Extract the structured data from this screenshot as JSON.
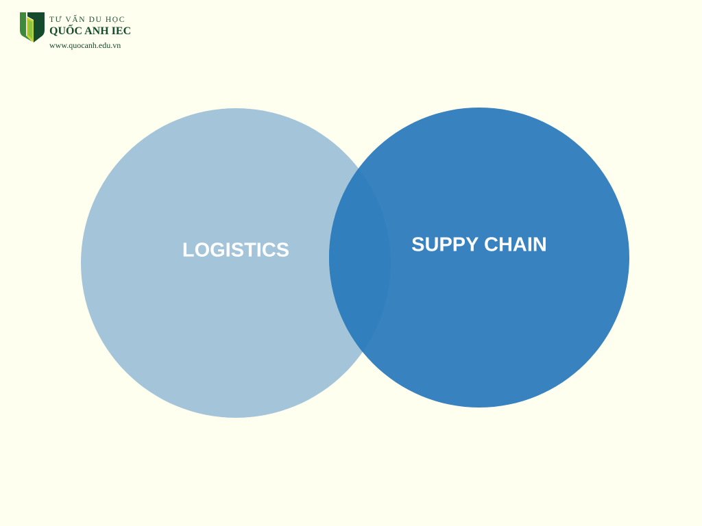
{
  "logo": {
    "line1": "TƯ VẤN DU HỌC",
    "line2": "QUỐC ANH IEC",
    "line3": "www.quocanh.edu.vn",
    "colors": {
      "dark_green": "#154a2c",
      "yellow_green": "#c4d62e",
      "mid_green": "#3e8a3c"
    }
  },
  "diagram": {
    "type": "venn",
    "sets": [
      {
        "label": "LOGISTICS",
        "color": "#a4c5d9"
      },
      {
        "label": "SUPPY CHAIN",
        "color": "#3882c0"
      }
    ],
    "overlap_color": "#327fbd"
  },
  "colors": {
    "background": "#fffff0",
    "label_text": "#ffffff"
  }
}
